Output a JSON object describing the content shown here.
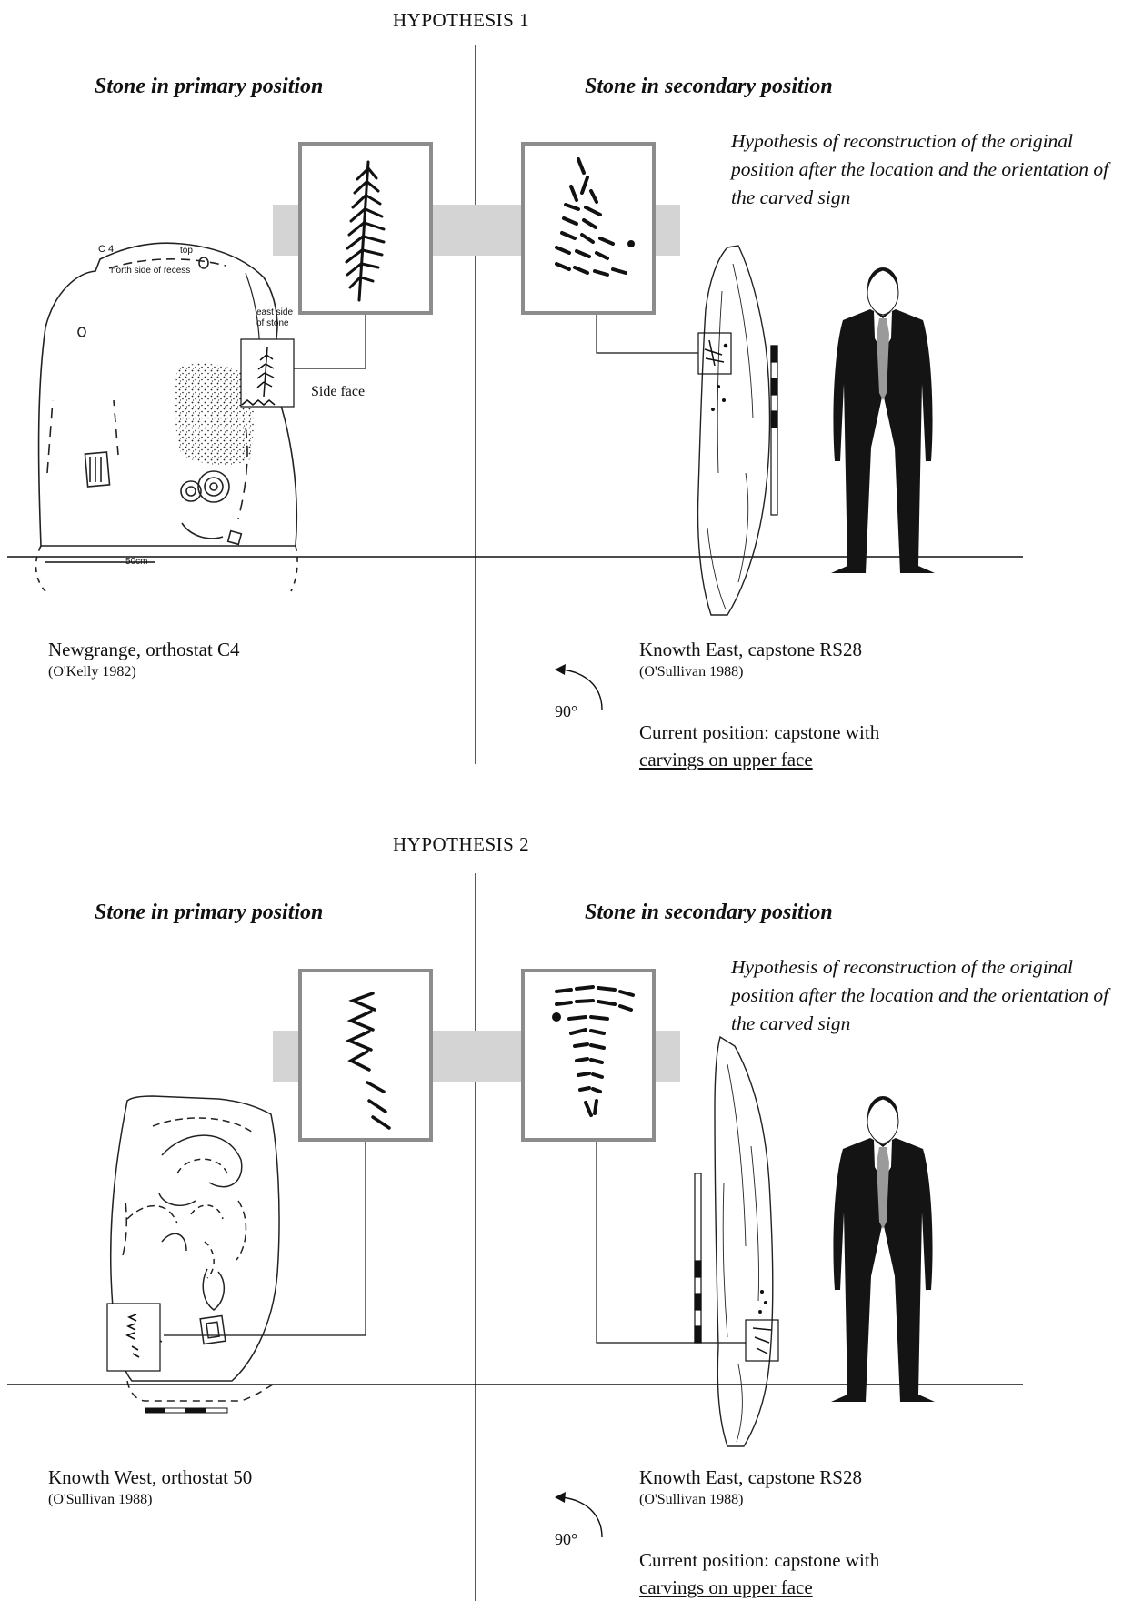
{
  "hypotheses": [
    {
      "title": "HYPOTHESIS 1",
      "primary_heading": "Stone in primary position",
      "secondary_heading": "Stone in secondary position",
      "note": "Hypothesis of reconstruction of the original position after the location and the orientation of the carved sign",
      "side_face_label": "Side face",
      "left_caption": "Newgrange, orthostat C4",
      "left_reference": "(O'Kelly 1982)",
      "right_caption": "Knowth East, capstone RS28",
      "right_reference": "(O'Sullivan 1988)",
      "rotation": "90°",
      "current_line1": "Current position: capstone with",
      "current_line2": "carvings on upper face",
      "drawing_labels": {
        "stone_id": "C 4",
        "top": "top",
        "north_side": "north side of recess",
        "east_side_1": "east side",
        "east_side_2": "of stone",
        "scale": "50cm"
      }
    },
    {
      "title": "HYPOTHESIS 2",
      "primary_heading": "Stone in primary position",
      "secondary_heading": "Stone in secondary position",
      "note": "Hypothesis of reconstruction of the original position after the location and the orientation of the carved sign",
      "left_caption": "Knowth West, orthostat 50",
      "left_reference": "(O'Sullivan 1988)",
      "right_caption": "Knowth East, capstone RS28",
      "right_reference": "(O'Sullivan 1988)",
      "rotation": "90°",
      "current_line1": "Current position: capstone with",
      "current_line2": "carvings on upper face"
    }
  ],
  "colors": {
    "frame": "#8c8c8c",
    "band": "#d4d4d4",
    "suit": "#141414",
    "tie": "#9a9a9a",
    "shirt": "#ffffff"
  }
}
